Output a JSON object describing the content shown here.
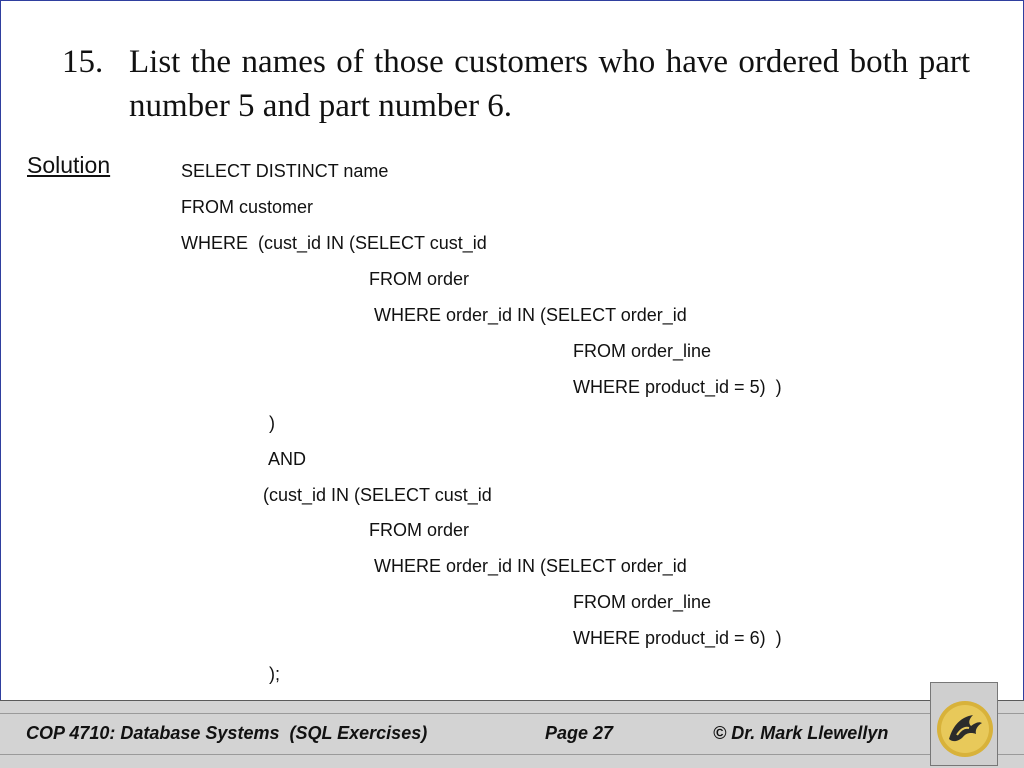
{
  "question": {
    "number": "15.",
    "text": "List the names of those customers who have ordered both part number 5 and part number 6."
  },
  "solution_label": "Solution",
  "sql": [
    "SELECT DISTINCT name",
    "FROM customer",
    "WHERE  (cust_id IN (SELECT cust_id",
    "FROM order",
    "WHERE order_id IN (SELECT order_id",
    "FROM order_line",
    "WHERE product_id = 5)  )",
    ")",
    "AND",
    "(cust_id IN (SELECT cust_id",
    "FROM order",
    "WHERE order_id IN (SELECT order_id",
    "FROM order_line",
    "WHERE product_id = 6)  )",
    ");"
  ],
  "footer": {
    "course": "COP 4710: Database Systems  (SQL Exercises)",
    "page": "Page 27",
    "author": "© Dr. Mark Llewellyn"
  },
  "colors": {
    "frame": "#2f3f9f",
    "footer_bg": "#d3d3d3",
    "logo_gold": "#d8b23a"
  },
  "logo": {
    "icon": "pegasus-logo-icon"
  }
}
